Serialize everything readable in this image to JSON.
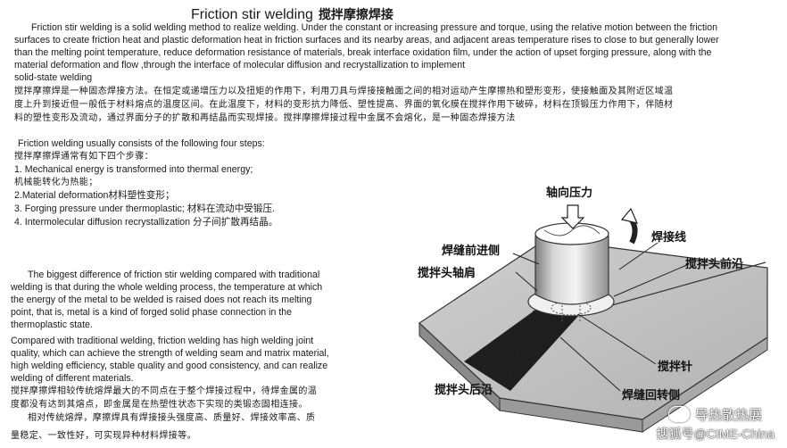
{
  "title": {
    "en": "Friction stir welding",
    "cn": "搅拌摩擦焊接"
  },
  "intro": {
    "en_lines": [
      "Friction stir welding is a solid welding method to realize welding. Under the constant or increasing pressure and torque, using the relative motion between the friction",
      "surfaces to create friction heat and plastic deformation heat in friction surfaces and its nearby areas, and adjacent areas temperature rises to close to but generally lower",
      "than the melting point temperature, reduce deformation resistance of materials, break interface oxidation film, under the action of upset forging pressure, along with the",
      "material deformation and flow ,through the interface of molecular diffusion and recrystallization to implement",
      "solid-state welding"
    ],
    "cn_lines": [
      "搅拌摩擦焊是一种固态焊接方法。在恒定或递增压力以及扭矩的作用下，利用刀具与焊接接触面之间的相对运动产生摩擦热和塑形变形，使接触面及其附近区域温",
      "度上升到接近但一般低于材料熔点的温度区间。在此温度下，材料的变形抗力降低、塑性提高、界面的氧化膜在搅拌作用下破碎，材料在顶锻压力作用下，伴随材",
      "料的塑性变形及流动，通过界面分子的扩散和再结晶而实现焊接。搅拌摩擦焊接过程中金属不会熔化，是一种固态焊接方法"
    ]
  },
  "steps": {
    "heading_en": "Friction welding usually consists of the following four steps:",
    "heading_cn": "搅拌摩擦焊通常有如下四个步骤：",
    "step1_en": "1. Mechanical energy is transformed into thermal energy;",
    "step1_cn": "机械能转化为热能；",
    "step2": "2.Material deformation材料塑性变形；",
    "step3": "3. Forging pressure under thermoplastic; 材料在流动中受锻压.",
    "step4": "4. Intermolecular diffusion recrystallization 分子间扩散再结晶。"
  },
  "difference": {
    "en_lines": [
      "The biggest difference of friction stir welding compared with traditional",
      "welding is that during the whole welding process, the temperature at which",
      "the energy of the metal to be welded is raised does not reach its melting",
      "point, that is, metal is a kind of forged solid phase connection in the",
      "thermoplastic state.",
      "Compared with traditional welding, friction welding has high welding joint",
      "quality, which can achieve the strength of welding seam and matrix material,",
      "high welding efficiency, stable quality and good consistency, and can realize",
      "welding of different materials."
    ],
    "cn_lines": [
      "搅拌摩擦焊相较传统熔焊最大的不同点在于整个焊接过程中，待焊金属的温",
      "度都没有达到其熔点，即金属是在热塑性状态下实现的类锻态固相连接。",
      "相对传统熔焊，摩擦焊具有焊接接头强度高、质量好、焊接效率高、质",
      "量稳定、一致性好，可实现异种材料焊接等。"
    ]
  },
  "diagram": {
    "axial_pressure": "轴向压力",
    "weld_line": "焊接线",
    "advancing_side": "焊缝前进侧",
    "shoulder": "搅拌头轴肩",
    "front_edge": "搅拌头前沿",
    "pin": "搅拌针",
    "rear_edge": "搅拌头后沿",
    "retreating_side": "焊缝回转侧"
  },
  "watermark": {
    "line1": "导热散热展",
    "line2": "搜狐号@CIME-China"
  }
}
